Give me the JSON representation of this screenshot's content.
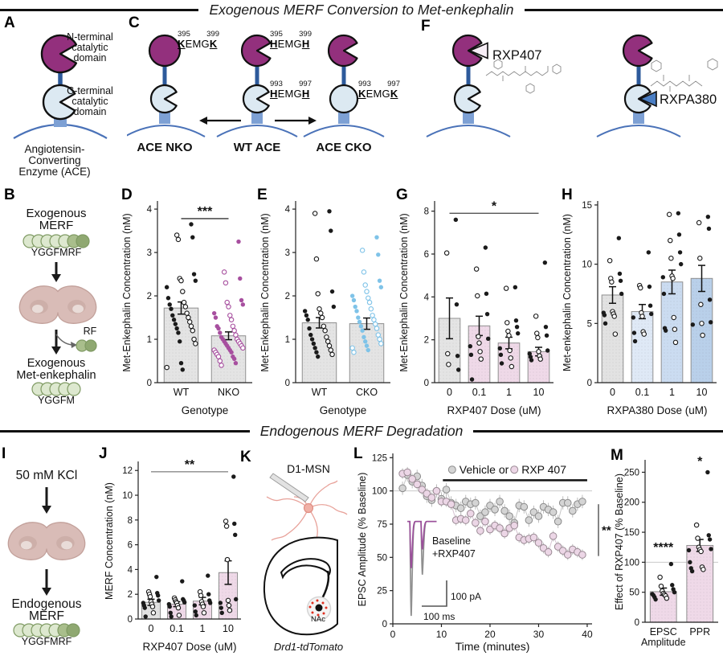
{
  "sections": {
    "top": {
      "title": "Exogenous MERF Conversion to Met-enkephalin"
    },
    "bottom": {
      "title": "Endogenous MERF Degradation"
    }
  },
  "letters": {
    "A": "A",
    "B": "B",
    "C": "C",
    "D": "D",
    "E": "E",
    "F": "F",
    "G": "G",
    "H": "H",
    "I": "I",
    "J": "J",
    "K": "K",
    "L": "L",
    "M": "M"
  },
  "palette": {
    "n_domain": "#93307d",
    "c_domain": "#dce9f2",
    "stem": "#2d5a9b",
    "anchor": "#7da0d4",
    "membrane": "#4a72b8",
    "n_label": "#c03ba0",
    "c_label": "#6b9bd8",
    "rxp407": "#cb4fb2",
    "rxpa380": "#6b9bdb",
    "gray_bar": "#e4e4e4",
    "pink_bar": "#efd9e8",
    "nko_dots": "#a74f9f",
    "cko_dots": "#7fc3e8",
    "d1_red": "#e31e24",
    "green_peptide": "#dde8cf",
    "green_peptide_dark": "#8fa871"
  },
  "panelA": {
    "n_label": [
      "N-terminal",
      "catalytic",
      "domain"
    ],
    "c_label": [
      "C-terminal",
      "catalytic",
      "domain"
    ],
    "caption": [
      "Angiotensin-",
      "Converting",
      "Enzyme (ACE)"
    ]
  },
  "panelB": {
    "input_label": [
      "Exogenous",
      "MERF"
    ],
    "input_seq": "YGGFMRF",
    "byproduct": "RF",
    "output_label": [
      "Exogenous",
      "Met-enkephalin"
    ],
    "output_seq": "YGGFM"
  },
  "panelC": {
    "enzymes": [
      {
        "name": "ACE NKO",
        "n_site": {
          "start": "395",
          "seq": "KEMGK",
          "end": "399"
        }
      },
      {
        "name": "WT ACE",
        "n_site": {
          "start": "395",
          "seq": "HEMGH",
          "end": "399"
        },
        "c_site": {
          "start": "993",
          "seq": "HEMGH",
          "end": "997"
        }
      },
      {
        "name": "ACE CKO",
        "c_site": {
          "start": "993",
          "seq": "KEMGK",
          "end": "997"
        }
      }
    ]
  },
  "panelF": {
    "n_inhibitor": "RXP407",
    "c_inhibitor": "RXPA380"
  },
  "panelI": {
    "stimulus": "50 mM KCl",
    "product_label": [
      "Endogenous",
      "MERF"
    ],
    "product_seq": "YGGFMRF"
  },
  "panelK": {
    "cell_type": "D1-MSN",
    "region": "NAc",
    "mouse_line": "Drd1-tdTomato"
  },
  "chart_data": [
    {
      "panel": "D",
      "type": "bar",
      "ylabel": "Met-Enkephalin Concentration (nM)",
      "xlabel": "Genotype",
      "ymax": 4.15,
      "yticks": [
        0,
        1,
        2,
        3,
        4
      ],
      "categories": [
        "WT",
        "NKO"
      ],
      "values": [
        1.72,
        1.08
      ],
      "errors": [
        0.14,
        0.09
      ],
      "bar_colors": [
        "#e4e4e4",
        "#e4e4e4"
      ],
      "dot_colors": [
        "#1a1a1a",
        "#a74f9f"
      ],
      "points": [
        [
          3.65,
          3.4,
          3.35,
          3.3,
          2.5,
          2.4,
          2.35,
          2.35,
          2.2,
          2.1,
          1.95,
          1.85,
          1.8,
          1.75,
          1.7,
          1.6,
          1.55,
          1.5,
          1.45,
          1.4,
          1.35,
          1.3,
          1.25,
          1.2,
          1.15,
          1.0,
          0.95,
          0.9,
          0.45,
          0.35,
          0.3
        ],
        [
          3.25,
          2.55,
          2.4,
          2.3,
          1.9,
          1.85,
          1.8,
          1.75,
          1.6,
          1.55,
          1.5,
          1.45,
          1.3,
          1.3,
          1.25,
          1.2,
          1.15,
          1.1,
          1.05,
          1.0,
          1.0,
          0.95,
          0.95,
          0.9,
          0.9,
          0.85,
          0.85,
          0.8,
          0.8,
          0.75,
          0.75,
          0.7,
          0.7,
          0.65,
          0.6,
          0.6,
          0.55,
          0.5,
          0.45,
          0.4
        ]
      ],
      "sig": [
        {
          "i1": 0,
          "i2": 1,
          "y": 3.78,
          "label": "***",
          "color": "#333333"
        }
      ]
    },
    {
      "panel": "E",
      "type": "bar",
      "ylabel": "Met-Enkephalin Concentration (nM)",
      "xlabel": "Genotype",
      "ymax": 4.15,
      "yticks": [
        0,
        1,
        2,
        3,
        4
      ],
      "categories": [
        "WT",
        "CKO"
      ],
      "values": [
        1.38,
        1.36
      ],
      "errors": [
        0.12,
        0.13
      ],
      "bar_colors": [
        "#e4e4e4",
        "#e4e4e4"
      ],
      "dot_colors": [
        "#1a1a1a",
        "#7fc3e8"
      ],
      "points": [
        [
          3.95,
          3.9,
          3.5,
          2.85,
          2.1,
          2.05,
          1.75,
          1.7,
          1.65,
          1.6,
          1.55,
          1.5,
          1.45,
          1.3,
          1.25,
          1.2,
          1.1,
          1.05,
          1.0,
          0.95,
          0.9,
          0.85,
          0.8,
          0.75,
          0.7,
          0.65,
          0.6
        ],
        [
          3.35,
          3.05,
          2.95,
          2.55,
          2.35,
          2.25,
          2.2,
          2.1,
          2.0,
          1.95,
          1.9,
          1.85,
          1.75,
          1.7,
          1.65,
          1.55,
          1.5,
          1.45,
          1.4,
          1.35,
          1.3,
          1.25,
          1.2,
          1.1,
          1.05,
          1.0,
          0.95,
          0.9,
          0.85,
          0.8,
          0.75,
          0.7
        ]
      ],
      "sig": []
    },
    {
      "panel": "G",
      "type": "bar",
      "ylabel": "Met-Enkephalin Concentration (nM)",
      "xlabel": "RXP407 Dose (uM)",
      "ymax": 8.4,
      "yticks": [
        0,
        2,
        4,
        6,
        8
      ],
      "categories": [
        "0",
        "0.1",
        "1",
        "10"
      ],
      "values": [
        3.0,
        2.65,
        1.85,
        1.45
      ],
      "errors": [
        0.95,
        0.45,
        0.27,
        0.2
      ],
      "bar_colors": [
        "#e4e4e4",
        "#efd9e8",
        "#efd9e8",
        "#efd9e8"
      ],
      "dot_colors": [
        "#1a1a1a",
        "#1a1a1a",
        "#1a1a1a",
        "#1a1a1a"
      ],
      "points": [
        [
          7.6,
          6.05,
          3.65,
          1.35,
          1.25,
          0.85,
          0.6
        ],
        [
          6.3,
          5.3,
          4.15,
          4.05,
          3.2,
          2.15,
          2.05,
          1.85,
          1.7,
          1.45,
          1.3,
          1.1,
          0.15
        ],
        [
          4.45,
          4.4,
          2.9,
          2.8,
          2.6,
          2.4,
          2.3,
          2.2,
          1.6,
          1.5,
          1.3,
          1.15,
          0.9,
          0.75
        ],
        [
          5.6,
          3.1,
          2.6,
          2.3,
          2.2,
          2.1,
          1.5,
          1.45,
          1.35,
          1.25,
          1.2,
          1.1,
          1.05
        ]
      ],
      "sig": [
        {
          "i1": 0,
          "i2": 3,
          "y": 7.9,
          "label": "*",
          "color": "#555555"
        }
      ]
    },
    {
      "panel": "H",
      "type": "bar",
      "ylabel": "Met-enkephalin Concentration (nM)",
      "xlabel": "RXPA380 Dose (uM)",
      "ymax": 15.2,
      "yticks": [
        0,
        5,
        10,
        15
      ],
      "categories": [
        "0",
        "0.1",
        "1",
        "10"
      ],
      "values": [
        7.4,
        6.0,
        8.5,
        8.8
      ],
      "errors": [
        0.7,
        0.6,
        1.0,
        1.1
      ],
      "bar_colors": [
        "#e2e2e2",
        "#dfe9f6",
        "#cbdcf1",
        "#b9d0ea"
      ],
      "dot_colors": [
        "#1a1a1a",
        "#1a1a1a",
        "#1a1a1a",
        "#1a1a1a"
      ],
      "points": [
        [
          12.2,
          10.3,
          9.2,
          8.8,
          8.6,
          8.5,
          7.5,
          6.0,
          5.9,
          5.8,
          5.7,
          5.6,
          5.0,
          4.1
        ],
        [
          11.0,
          8.2,
          8.1,
          8.0,
          6.5,
          5.9,
          5.8,
          5.6,
          5.5,
          4.3,
          4.2,
          4.1,
          3.5
        ],
        [
          14.3,
          14.2,
          12.5,
          12.0,
          11.0,
          10.5,
          10.0,
          9.0,
          8.9,
          8.8,
          7.5,
          5.5,
          4.6,
          4.5,
          4.4,
          3.4
        ],
        [
          14.0,
          13.5,
          13.0,
          10.5,
          7.0,
          6.6,
          5.1,
          5.0,
          4.9,
          4.0
        ]
      ],
      "sig": []
    },
    {
      "panel": "J",
      "type": "bar",
      "ylabel": "MERF Concentration (nM)",
      "xlabel": "RXP407 Dose (uM)",
      "ymax": 12.6,
      "yticks": [
        0,
        2,
        4,
        6,
        8,
        10,
        12
      ],
      "categories": [
        "0",
        "0.1",
        "1",
        "10"
      ],
      "values": [
        1.35,
        1.2,
        1.45,
        3.75
      ],
      "errors": [
        0.25,
        0.2,
        0.3,
        0.95
      ],
      "bar_colors": [
        "#e2e2e2",
        "#efd9e8",
        "#efd9e8",
        "#efd9e8"
      ],
      "dot_colors": [
        "#1a1a1a",
        "#1a1a1a",
        "#1a1a1a",
        "#1a1a1a"
      ],
      "points": [
        [
          3.4,
          2.2,
          2.1,
          2.0,
          1.9,
          1.8,
          1.5,
          1.4,
          1.3,
          1.2,
          1.1,
          1.0,
          0.9,
          0.5,
          0.2
        ],
        [
          3.05,
          1.7,
          1.6,
          1.55,
          1.5,
          1.4,
          1.35,
          1.3,
          1.2,
          1.1,
          1.0,
          0.9,
          0.5,
          0.3,
          0.2
        ],
        [
          3.5,
          2.2,
          2.0,
          1.9,
          1.5,
          1.4,
          1.3,
          1.2,
          1.1,
          1.0,
          0.6,
          0.5,
          0.3
        ],
        [
          11.5,
          7.9,
          7.7,
          7.5,
          6.8,
          4.8,
          1.6,
          1.5,
          1.3,
          1.1,
          0.9,
          0.7,
          0.5
        ]
      ],
      "sig": [
        {
          "i1": 0,
          "i2": 3,
          "y": 11.9,
          "label": "**",
          "color": "#8a8a8a"
        }
      ]
    },
    {
      "panel": "L",
      "type": "line",
      "ylabel": "EPSC Amplitude (% Baseline)",
      "xlabel": "Time (minutes)",
      "ymax": 127,
      "xmax": 41,
      "yticks": [
        0,
        25,
        50,
        75,
        100,
        125
      ],
      "xticks": [
        0,
        10,
        20,
        30,
        40
      ],
      "hline": 100,
      "legend": [
        {
          "label": "Vehicle or",
          "fill": "#d4d4d4"
        },
        {
          "label": "RXP 407",
          "fill": "#ecd6e6"
        }
      ],
      "drug_bar": {
        "x1": 10.3,
        "x2": 40,
        "y": 108
      },
      "series": [
        {
          "name": "Vehicle",
          "fill": "#d4d4d4",
          "stroke": "#8a8a8a",
          "line": "#c6c6c6",
          "err": 5,
          "x": [
            2,
            3,
            4,
            5,
            6,
            7,
            8,
            9,
            10,
            11,
            12,
            13,
            14,
            15,
            16,
            17,
            18,
            19,
            20,
            21,
            22,
            23,
            24,
            25,
            26,
            27,
            28,
            29,
            30,
            31,
            32,
            33,
            34,
            35,
            36,
            37,
            38,
            39
          ],
          "y": [
            102,
            112,
            107,
            111,
            104,
            96,
            93,
            100,
            94,
            101,
            91,
            89,
            87,
            92,
            90,
            91,
            81,
            84,
            89,
            86,
            92,
            85,
            81,
            76,
            89,
            88,
            78,
            84,
            81,
            88,
            86,
            84,
            77,
            91,
            91,
            85,
            90,
            92
          ]
        },
        {
          "name": "RXP 407",
          "fill": "#ecd6e6",
          "stroke": "#9a8a94",
          "line": "#d6c2d1",
          "err": 4,
          "x": [
            2,
            3,
            4,
            5,
            6,
            7,
            8,
            9,
            10,
            11,
            12,
            13,
            14,
            15,
            16,
            17,
            18,
            19,
            20,
            21,
            22,
            23,
            24,
            25,
            26,
            27,
            28,
            29,
            30,
            31,
            32,
            33,
            34,
            35,
            36,
            37,
            38,
            39
          ],
          "y": [
            113,
            114,
            109,
            105,
            101,
            98,
            95,
            100,
            92,
            92,
            90,
            78,
            79,
            78,
            83,
            76,
            70,
            77,
            71,
            74,
            72,
            68,
            72,
            74,
            65,
            63,
            64,
            65,
            61,
            57,
            54,
            66,
            58,
            55,
            52,
            56,
            54,
            52
          ]
        }
      ],
      "sig": {
        "label": "**",
        "y1": 51,
        "y2": 90
      },
      "inset": {
        "trace_labels": [
          "Baseline",
          "+RXP407"
        ],
        "trace_colors": [
          "#8f8f8f",
          "#9b4f9b"
        ],
        "scale_v": "100 pA",
        "scale_h": "100 ms"
      }
    },
    {
      "panel": "M",
      "type": "bar",
      "ylabel": "Effect of RXP407 (% Baseline)",
      "xlabel": "",
      "ymax": 268,
      "yticks": [
        0,
        50,
        100,
        150,
        200,
        250
      ],
      "hline": 100,
      "categories": [
        [
          "EPSC",
          "Amplitude"
        ],
        [
          "PPR"
        ]
      ],
      "values": [
        51,
        128
      ],
      "errors": [
        6,
        10
      ],
      "bar_colors": [
        "#efd9e8",
        "#efd9e8"
      ],
      "dot_colors": [
        "#1a1a1a",
        "#1a1a1a"
      ],
      "points": [
        [
          97,
          75,
          62,
          60,
          55,
          52,
          50,
          48,
          47,
          46,
          45,
          44,
          42,
          40,
          38
        ],
        [
          250,
          162,
          145,
          140,
          138,
          125,
          122,
          121,
          120,
          118,
          100,
          92,
          90,
          88,
          85
        ]
      ],
      "sig": [],
      "stars": [
        {
          "i": 0,
          "y": 118,
          "label": "****"
        },
        {
          "i": 1,
          "y": 261,
          "label": "*"
        }
      ]
    }
  ]
}
